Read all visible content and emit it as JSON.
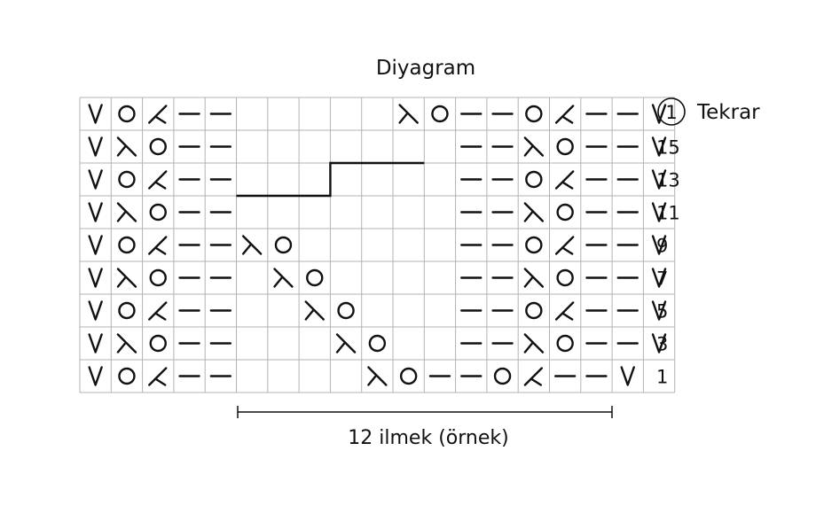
{
  "title": "Diyagram",
  "colors": {
    "grid": "#b3b3b3",
    "ink": "#111111",
    "background": "#ffffff"
  },
  "legend": {
    "number": "1",
    "label": "Tekrar"
  },
  "span_label": "12 ilmek (örnek)",
  "symbol_key": {
    "V": "v-symbol",
    "O": "circle-symbol",
    "K": "left-lean-symbol",
    "L": "right-lean-symbol",
    "-": "dash-symbol",
    ".": "empty"
  },
  "rows": [
    {
      "label": "",
      "cells": "VOK--.....LO--OK--V"
    },
    {
      "label": "15",
      "cells": "VLO--.......--LO--V"
    },
    {
      "label": "13",
      "cells": "VOK--.......--OK--V"
    },
    {
      "label": "11",
      "cells": "VLO--.......--LO--V"
    },
    {
      "label": "9",
      "cells": "VOK--LO.....--OK--V"
    },
    {
      "label": "7",
      "cells": "VLO--.LO....--LO--V"
    },
    {
      "label": "5",
      "cells": "VOK--..LO...--OK--V"
    },
    {
      "label": "3",
      "cells": "VLO--...LO..--LO--V"
    },
    {
      "label": "1",
      "cells": "VOK--....LO--OK--V"
    }
  ]
}
